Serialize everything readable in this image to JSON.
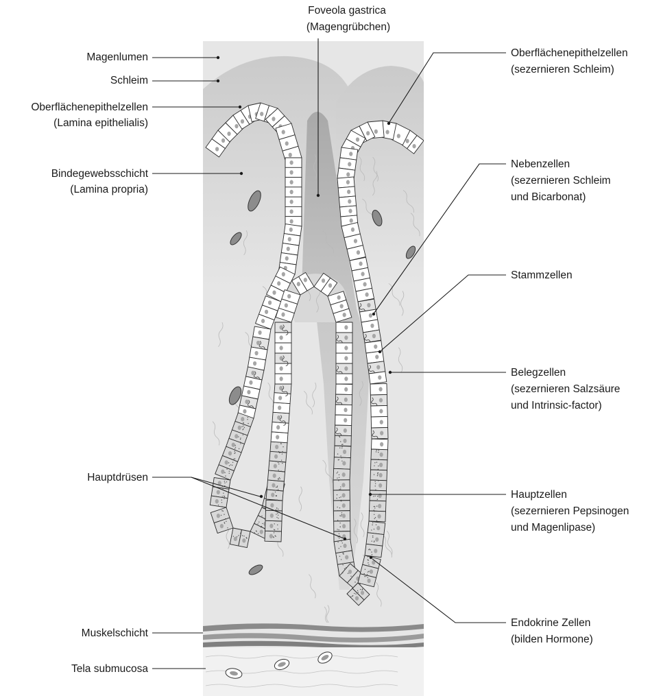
{
  "labels": {
    "magenlumen": "Magenlumen",
    "schleim": "Schleim",
    "oberflaeche_left_1": "Oberflächenepithelzellen",
    "oberflaeche_left_2": "(Lamina epithelialis)",
    "bindegewebe_1": "Bindegewebsschicht",
    "bindegewebe_2": "(Lamina propria)",
    "hauptdruesen": "Hauptdrüsen",
    "muskelschicht": "Muskelschicht",
    "tela": "Tela submucosa",
    "foveola_1": "Foveola gastrica",
    "foveola_2": "(Magengrübchen)",
    "oberflaeche_right_1": "Oberflächenepithelzellen",
    "oberflaeche_right_2": "(sezernieren Schleim)",
    "neben_1": "Nebenzellen",
    "neben_2": "(sezernieren Schleim",
    "neben_3": "und Bicarbonat)",
    "stamm": "Stammzellen",
    "beleg_1": "Belegzellen",
    "beleg_2": "(sezernieren Salzsäure",
    "beleg_3": "und Intrinsic-factor)",
    "haupt_1": "Hauptzellen",
    "haupt_2": "(sezernieren Pepsinogen",
    "haupt_3": "und Magenlipase)",
    "endo_1": "Endokrine Zellen",
    "endo_2": "(bilden Hormone)"
  },
  "colors": {
    "tissue": "#e6e6e6",
    "lumen": "#bcbcbc",
    "mucus": "#d2d2d2",
    "cell": "#ffffff",
    "cell_dark": "#cfcfcf",
    "nucleus": "#a6a6a6",
    "muscle": "#8f8f8f",
    "line": "#1a1a1a"
  }
}
